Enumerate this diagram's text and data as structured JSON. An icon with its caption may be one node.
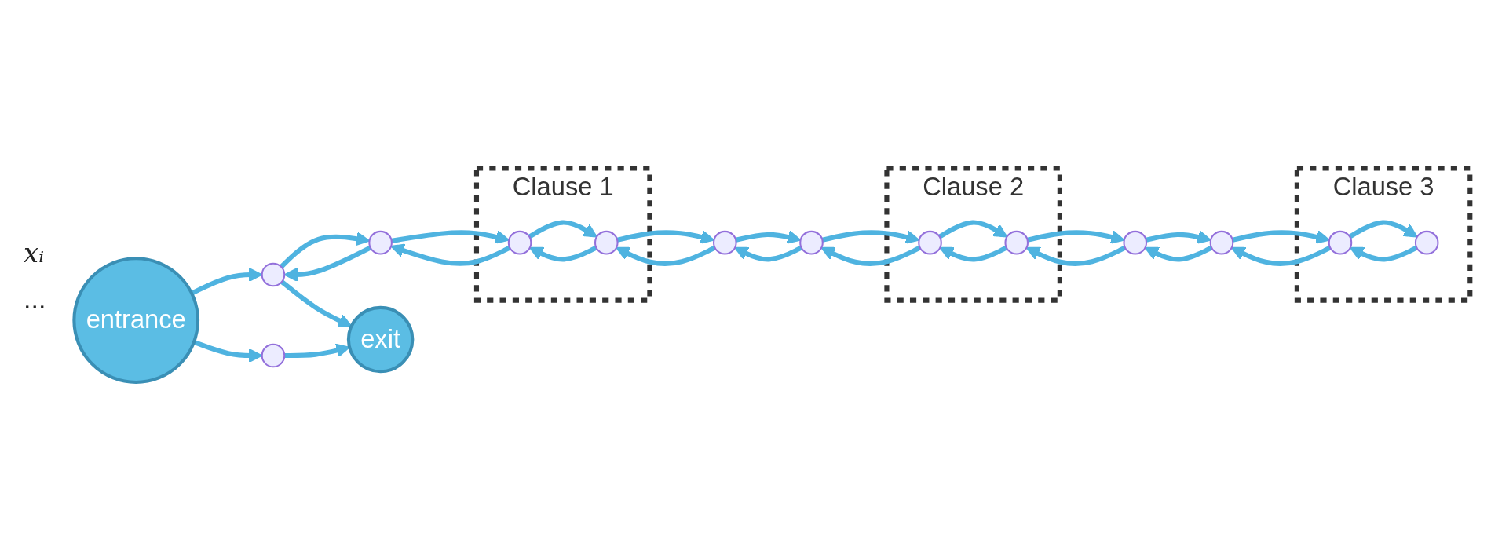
{
  "diagram": {
    "nodes": [
      {
        "text": [
          "entrance"
        ]
      },
      {
        "text": [],
        "shape": "circle"
      },
      {
        "text": [],
        "shape": "circle"
      },
      {
        "text": [
          "Clause 1"
        ]
      },
      {
        "text": [],
        "shape": "circle",
        "in": 3
      },
      {
        "text": [],
        "shape": "circle",
        "in": 3
      },
      {
        "text": [],
        "shape": "circle"
      },
      {
        "text": [],
        "shape": "circle"
      },
      {
        "text": [
          "Clause 2"
        ]
      },
      {
        "text": [],
        "shape": "circle",
        "in": 8
      },
      {
        "text": [],
        "shape": "circle",
        "in": 8
      },
      {
        "text": [],
        "shape": "circle"
      },
      {
        "text": [],
        "shape": "circle"
      },
      {
        "text": [
          "Clause 3"
        ]
      },
      {
        "text": [],
        "shape": "circle",
        "in": 13
      },
      {
        "text": [],
        "shape": "circle",
        "in": 13
      },
      {
        "text": [],
        "shape": "circle"
      },
      {
        "text": [
          "exit"
        ]
      }
    ],
    "edges": [
      {
        "from": 0,
        "to": 1,
        "arrow": "to"
      },
      {
        "from": 0,
        "to": 16,
        "arrow": "to"
      },
      {
        "from": 1,
        "to": 2,
        "arrow": "to"
      },
      {
        "from": 2,
        "to": 1,
        "arrow": "to"
      },
      {
        "from": 2,
        "to": 4,
        "arrow": "to"
      },
      {
        "from": 4,
        "to": 2,
        "arrow": "to"
      },
      {
        "from": 4,
        "to": 5,
        "arrow": "to"
      },
      {
        "from": 5,
        "to": 4,
        "arrow": "to"
      },
      {
        "from": 5,
        "to": 6,
        "arrow": "to"
      },
      {
        "from": 6,
        "to": 5,
        "arrow": "to"
      },
      {
        "from": 6,
        "to": 7,
        "arrow": "to"
      },
      {
        "from": 7,
        "to": 6,
        "arrow": "to"
      },
      {
        "from": 7,
        "to": 9,
        "arrow": "to"
      },
      {
        "from": 9,
        "to": 7,
        "arrow": "to"
      },
      {
        "from": 9,
        "to": 10,
        "arrow": "to"
      },
      {
        "from": 10,
        "to": 9,
        "arrow": "to"
      },
      {
        "from": 10,
        "to": 11,
        "arrow": "to"
      },
      {
        "from": 11,
        "to": 10,
        "arrow": "to"
      },
      {
        "from": 11,
        "to": 12,
        "arrow": "to"
      },
      {
        "from": 12,
        "to": 11,
        "arrow": "to"
      },
      {
        "from": 12,
        "to": 14,
        "arrow": "to"
      },
      {
        "from": 14,
        "to": 12,
        "arrow": "to"
      },
      {
        "from": 14,
        "to": 15,
        "arrow": "to"
      },
      {
        "from": 15,
        "to": 14,
        "arrow": "to"
      },
      {
        "from": 1,
        "to": 17,
        "arrow": "to"
      },
      {
        "from": 16,
        "to": 17,
        "arrow": "to"
      }
    ],
    "labels": [
      "xᵢ",
      "..."
    ]
  }
}
